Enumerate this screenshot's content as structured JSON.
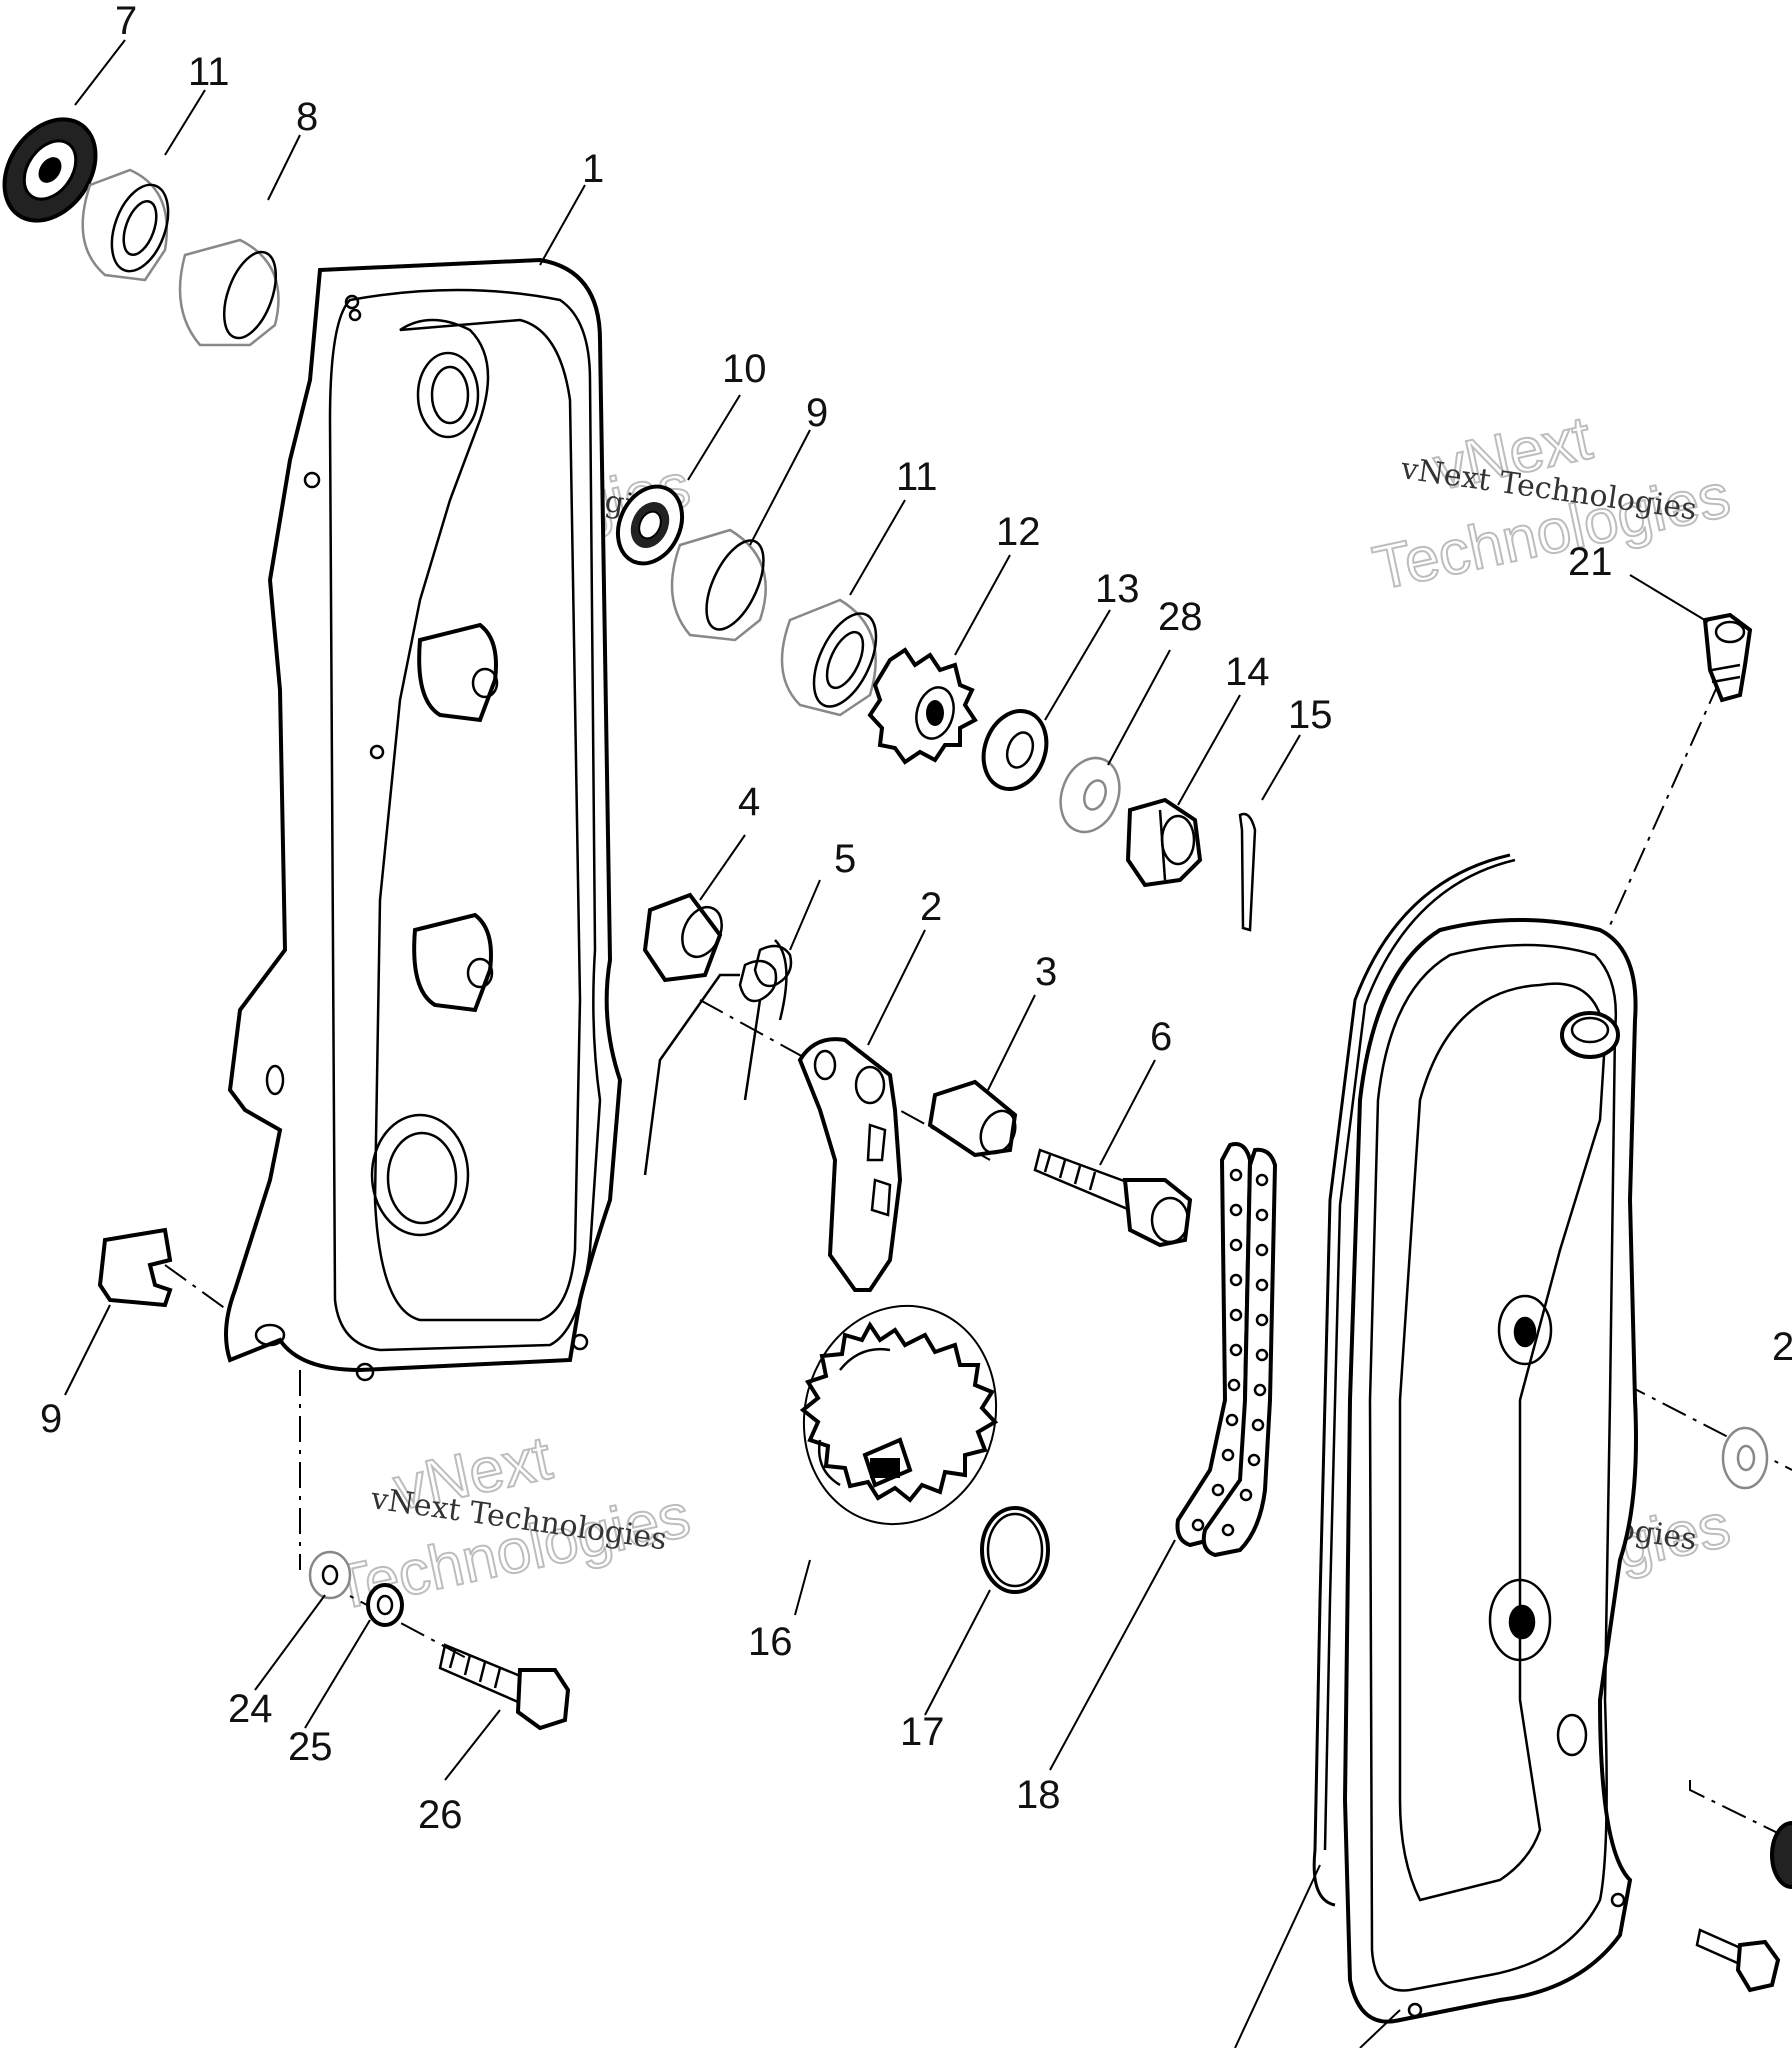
{
  "watermark": {
    "small": "vNext Technologies",
    "big_line1": "vNext",
    "big_line2": "Technologies"
  },
  "callouts": [
    "1",
    "2",
    "3",
    "4",
    "5",
    "6",
    "7",
    "8",
    "9",
    "9",
    "10",
    "11",
    "11",
    "12",
    "13",
    "14",
    "15",
    "16",
    "17",
    "18",
    "21",
    "24",
    "25",
    "26",
    "28",
    "2"
  ]
}
